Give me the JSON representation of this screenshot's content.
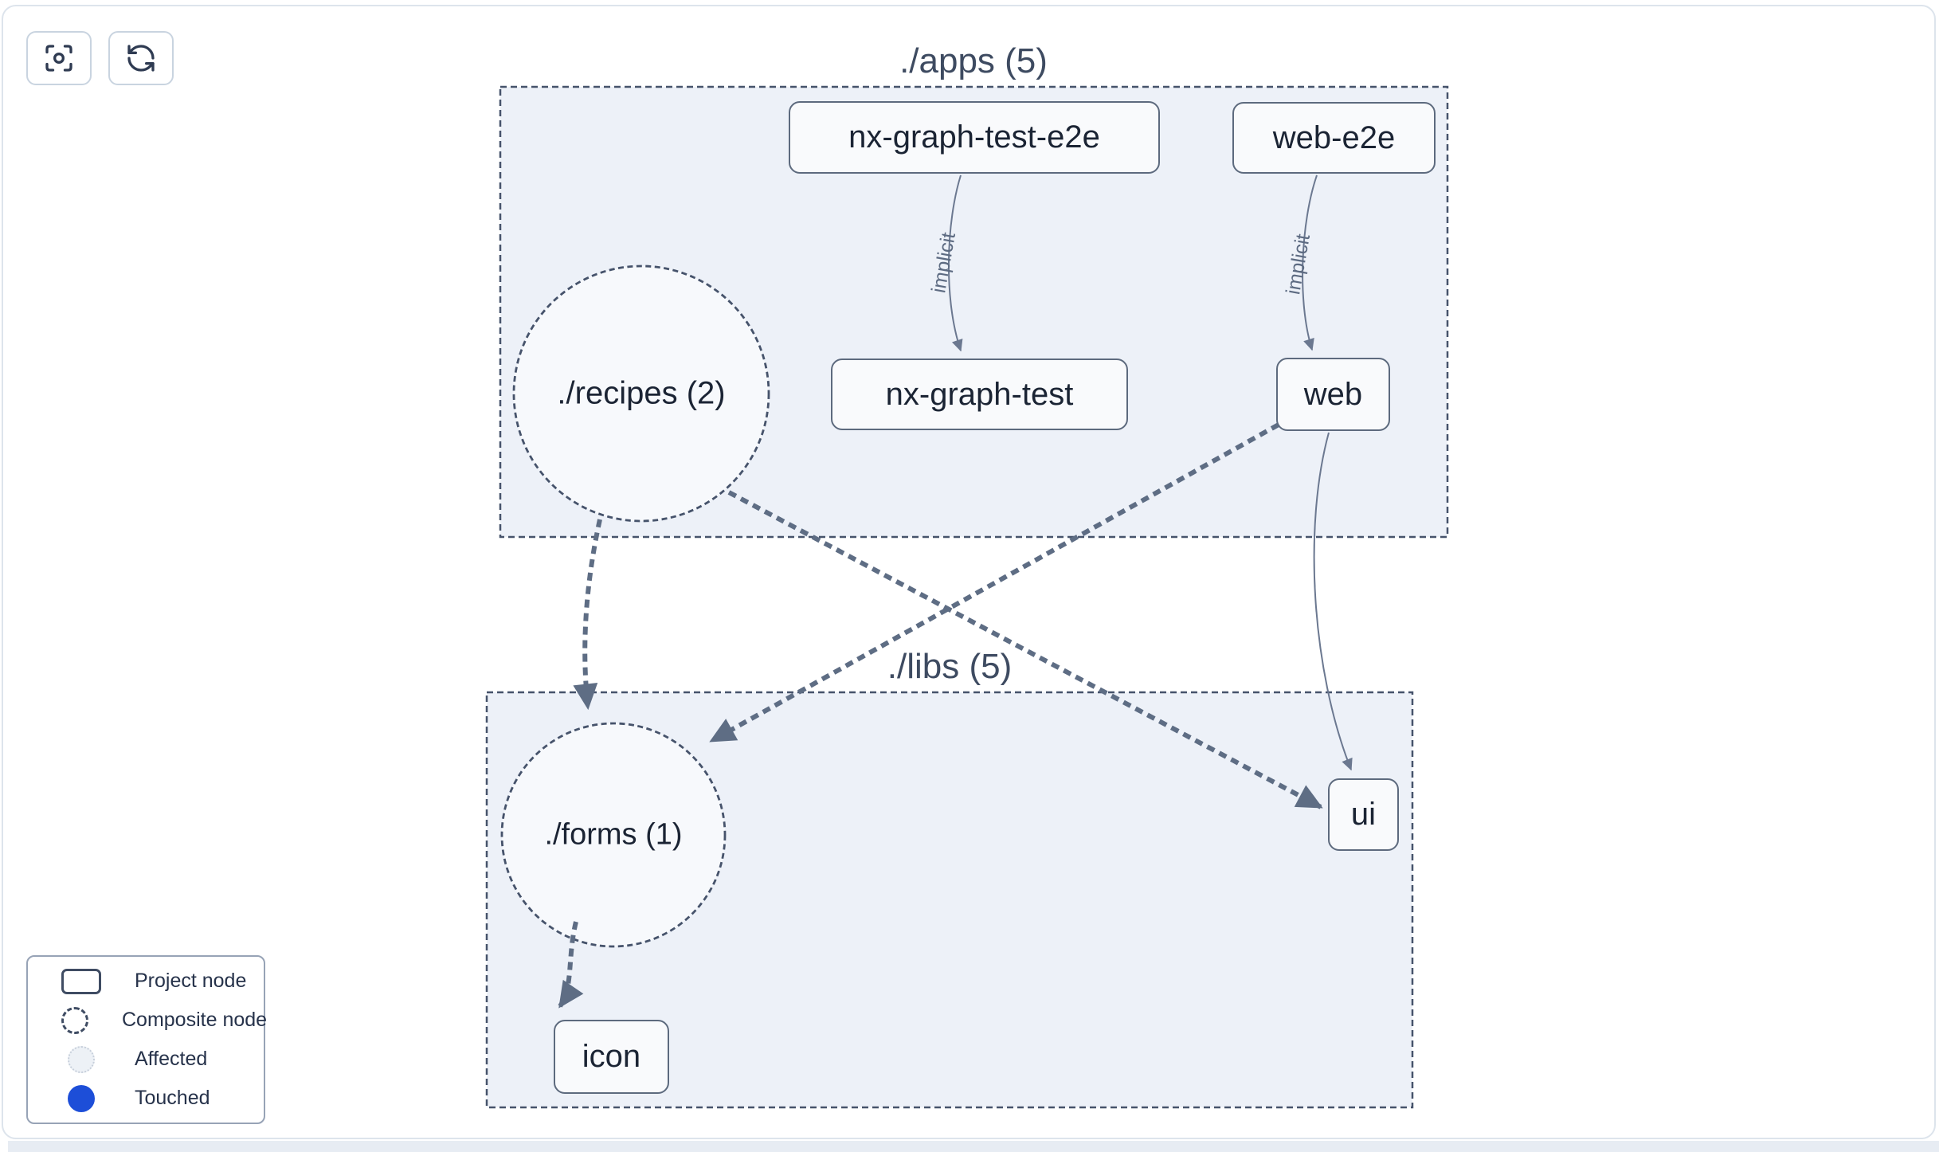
{
  "toolbar": {
    "buttons": [
      {
        "name": "center-graph",
        "icon": "focus-icon"
      },
      {
        "name": "refresh-graph",
        "icon": "refresh-icon"
      }
    ]
  },
  "groups": {
    "apps": {
      "title": "./apps (5)"
    },
    "libs": {
      "title": "./libs (5)"
    }
  },
  "nodes": {
    "nx_graph_test_e2e": {
      "label": "nx-graph-test-e2e",
      "type": "project"
    },
    "web_e2e": {
      "label": "web-e2e",
      "type": "project"
    },
    "recipes": {
      "label": "./recipes (2)",
      "type": "composite"
    },
    "nx_graph_test": {
      "label": "nx-graph-test",
      "type": "project"
    },
    "web": {
      "label": "web",
      "type": "project"
    },
    "forms": {
      "label": "./forms (1)",
      "type": "composite"
    },
    "ui": {
      "label": "ui",
      "type": "project"
    },
    "icon": {
      "label": "icon",
      "type": "project"
    }
  },
  "edges": [
    {
      "from": "nx-graph-test-e2e",
      "to": "nx-graph-test",
      "type": "implicit",
      "label": "implicit"
    },
    {
      "from": "web-e2e",
      "to": "web",
      "type": "implicit",
      "label": "implicit"
    },
    {
      "from": "web",
      "to": "ui",
      "type": "static"
    },
    {
      "from": "./recipes (2)",
      "to": "./forms (1)",
      "type": "composite"
    },
    {
      "from": "./recipes (2)",
      "to": "ui",
      "type": "composite"
    },
    {
      "from": "web",
      "to": "./forms (1)",
      "type": "composite"
    },
    {
      "from": "./forms (1)",
      "to": "icon",
      "type": "composite"
    }
  ],
  "legend": {
    "items": [
      {
        "label": "Project node",
        "swatch": "project"
      },
      {
        "label": "Composite node",
        "swatch": "composite"
      },
      {
        "label": "Affected",
        "swatch": "affected"
      },
      {
        "label": "Touched",
        "swatch": "touched"
      }
    ]
  },
  "colors": {
    "touched_blue": "#1d4ed8",
    "group_fill": "#edf1f8",
    "node_fill": "#f9fafc",
    "edge": "#5e6d84",
    "border": "#46536b",
    "text": "#1b2434"
  }
}
